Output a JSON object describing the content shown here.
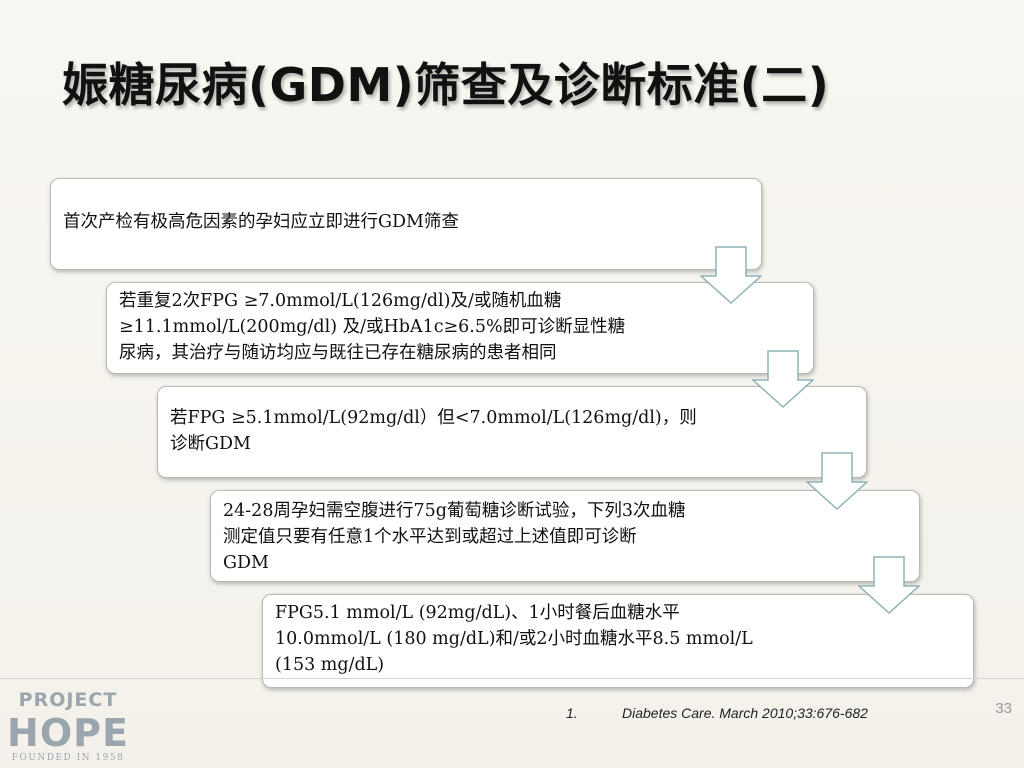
{
  "slide": {
    "title": "娠糖尿病(GDM)筛查及诊断标准(二)",
    "steps": [
      {
        "lines": [
          "首次产检有极高危因素的孕妇应立即进行GDM筛查"
        ]
      },
      {
        "lines": [
          "若重复2次FPG ≥7.0mmol/L(126mg/dl)及/或随机血糖",
          "≥11.1mmol/L(200mg/dl) 及/或HbA1c≥6.5%即可诊断显性糖",
          "尿病，其治疗与随访均应与既往已存在糖尿病的患者相同"
        ]
      },
      {
        "lines": [
          "若FPG ≥5.1mmol/L(92mg/dl）但<7.0mmol/L(126mg/dl)，则",
          "诊断GDM"
        ]
      },
      {
        "lines": [
          "24-28周孕妇需空腹进行75g葡萄糖诊断试验，下列3次血糖",
          "测定值只要有任意1个水平达到或超过上述值即可诊断",
          "GDM"
        ]
      },
      {
        "lines": [
          "FPG5.1 mmol/L (92mg/dL)、1小时餐后血糖水平",
          "10.0mmol/L (180 mg/dL)和/或2小时血糖水平8.5 mmol/L",
          "(153 mg/dL)"
        ]
      }
    ],
    "reference": {
      "number": "1.",
      "text": "Diabetes Care. March 2010;33:676-682"
    },
    "page_number": "33",
    "logo": {
      "top": "PROJECT",
      "middle": "HOPE",
      "bottom": "FOUNDED IN 1958"
    },
    "colors": {
      "arrow_fill": "#ffffff",
      "arrow_stroke": "#8fb3b7",
      "box_border": "#b9b9b9",
      "logo_color": "#9aa5ad"
    }
  }
}
